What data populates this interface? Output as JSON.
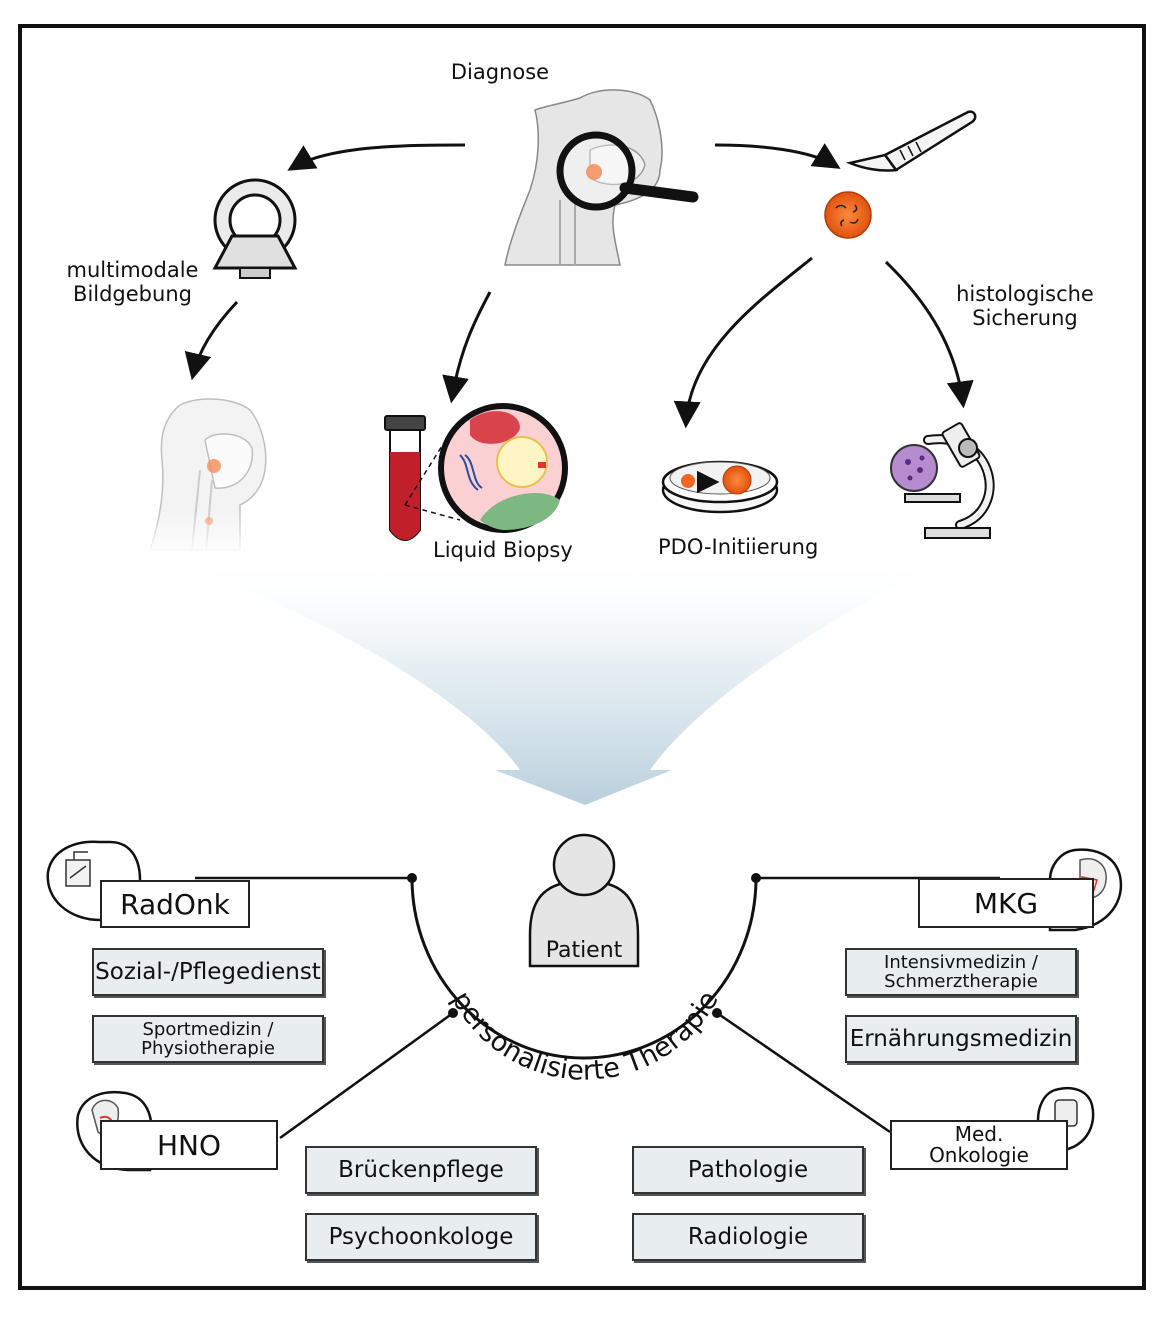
{
  "top": {
    "diagnose": "Diagnose",
    "bildgebung": "multimodale\nBildgebung",
    "histologie": "histologische\nSicherung",
    "liquid_biopsy": "Liquid Biopsy",
    "pdo": "PDO-Initiierung"
  },
  "center": {
    "patient": "Patient",
    "therapie": "personalisierte Therapie"
  },
  "departments": {
    "radonk": "RadOnk",
    "mkg": "MKG",
    "hno": "HNO",
    "med_onk": "Med.\nOnkologie"
  },
  "services": {
    "sozial": "Sozial-/Pflegedienst",
    "sport": "Sportmedizin /\nPhysiotherapie",
    "intensiv": "Intensivmedizin /\nSchmerztherapie",
    "ernaehrung": "Ernährungsmedizin",
    "bruecken": "Brückenpflege",
    "psycho": "Psychoonkologe",
    "patho": "Pathologie",
    "radio": "Radiologie"
  },
  "colors": {
    "tumor": "#f26522",
    "blood": "#c0202a",
    "box_fill": "#e8edf0",
    "funnel": "#c9dbe6"
  },
  "icons": [
    "head-magnifier-icon",
    "mri-scanner-icon",
    "scalpel-icon",
    "tumor-sample-icon",
    "head-scan-icon",
    "blood-tube-icon",
    "petri-dish-icon",
    "microscope-icon",
    "patient-avatar-icon",
    "radiotherapy-icon",
    "face-mask-icon",
    "ent-head-icon",
    "iv-bag-icon"
  ]
}
